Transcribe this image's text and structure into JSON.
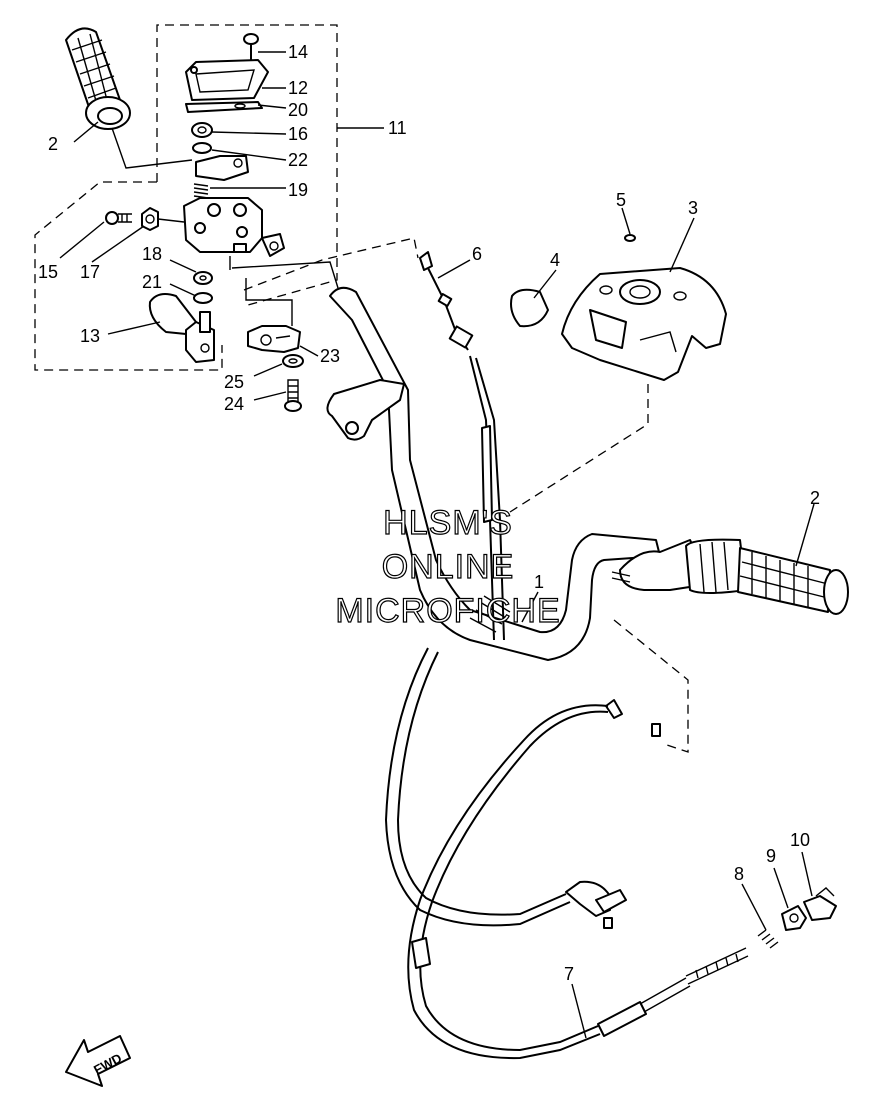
{
  "diagram": {
    "callouts": [
      {
        "id": "c1",
        "text": "1"
      },
      {
        "id": "c2a",
        "text": "2"
      },
      {
        "id": "c2b",
        "text": "2"
      },
      {
        "id": "c3",
        "text": "3"
      },
      {
        "id": "c4",
        "text": "4"
      },
      {
        "id": "c5",
        "text": "5"
      },
      {
        "id": "c6",
        "text": "6"
      },
      {
        "id": "c7",
        "text": "7"
      },
      {
        "id": "c8",
        "text": "8"
      },
      {
        "id": "c9",
        "text": "9"
      },
      {
        "id": "c10",
        "text": "10"
      },
      {
        "id": "c11",
        "text": "11"
      },
      {
        "id": "c12",
        "text": "12"
      },
      {
        "id": "c13",
        "text": "13"
      },
      {
        "id": "c14",
        "text": "14"
      },
      {
        "id": "c15",
        "text": "15"
      },
      {
        "id": "c16",
        "text": "16"
      },
      {
        "id": "c17",
        "text": "17"
      },
      {
        "id": "c18",
        "text": "18"
      },
      {
        "id": "c19",
        "text": "19"
      },
      {
        "id": "c20",
        "text": "20"
      },
      {
        "id": "c21",
        "text": "21"
      },
      {
        "id": "c22",
        "text": "22"
      },
      {
        "id": "c23",
        "text": "23"
      },
      {
        "id": "c24",
        "text": "24"
      },
      {
        "id": "c25",
        "text": "25"
      }
    ],
    "watermark": [
      "HLSM'S",
      "ONLINE",
      "MICROFICHE"
    ],
    "direction_arrow": "FWD",
    "colors": {
      "line": "#000000",
      "background": "#ffffff"
    }
  }
}
